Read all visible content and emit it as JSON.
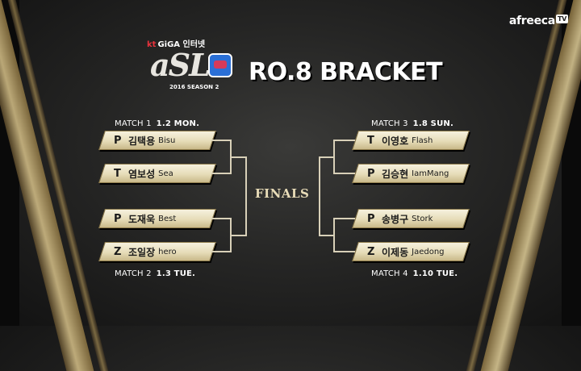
{
  "broadcaster": {
    "name": "afreeca",
    "tv": "TV"
  },
  "sponsor": {
    "kt": "kt",
    "text": "GiGA 인터넷"
  },
  "logo": {
    "text": "aSL",
    "season": "2016 SEASON 2"
  },
  "title": "RO.8 BRACKET",
  "finals_label": "FINALS",
  "matches": [
    {
      "label": "MATCH 1",
      "date": "1.2 MON.",
      "players": [
        {
          "race": "P",
          "name": "김택용",
          "id": "Bisu"
        },
        {
          "race": "T",
          "name": "염보성",
          "id": "Sea"
        }
      ]
    },
    {
      "label": "MATCH 2",
      "date": "1.3 TUE.",
      "players": [
        {
          "race": "P",
          "name": "도재욱",
          "id": "Best"
        },
        {
          "race": "Z",
          "name": "조일장",
          "id": "hero"
        }
      ]
    },
    {
      "label": "MATCH 3",
      "date": "1.8 SUN.",
      "players": [
        {
          "race": "T",
          "name": "이영호",
          "id": "Flash"
        },
        {
          "race": "P",
          "name": "김승현",
          "id": "IamMang"
        }
      ]
    },
    {
      "label": "MATCH 4",
      "date": "1.10 TUE.",
      "players": [
        {
          "race": "P",
          "name": "송병구",
          "id": "Stork"
        },
        {
          "race": "Z",
          "name": "이제동",
          "id": "Jaedong"
        }
      ]
    }
  ]
}
